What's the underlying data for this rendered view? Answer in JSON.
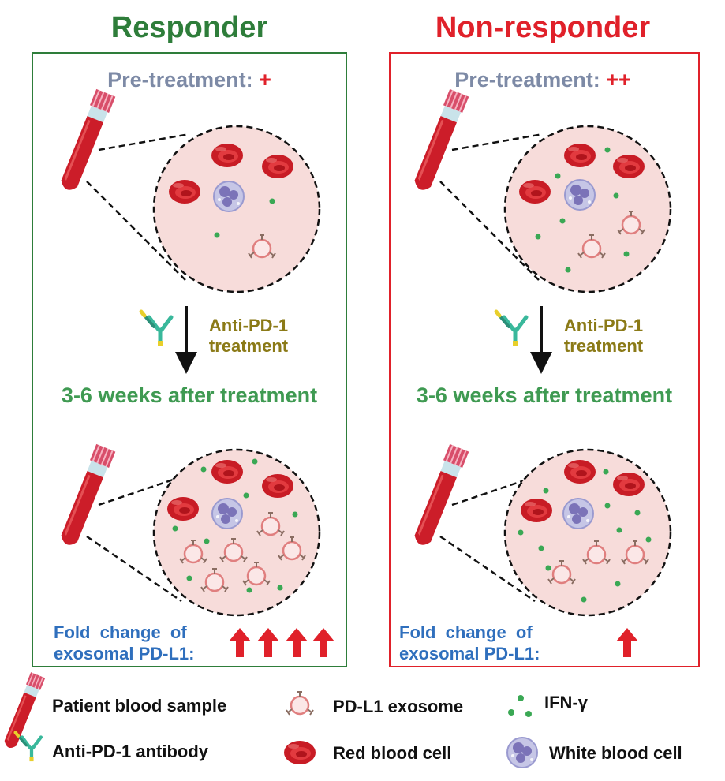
{
  "columns": [
    {
      "key": "responder",
      "title": "Responder",
      "title_color": "#2e7d3a",
      "border_color": "#2e7d3a",
      "pre_label": "Pre-treatment:",
      "pre_level": "+",
      "treatment_label_line1": "Anti-PD-1",
      "treatment_label_line2": "treatment",
      "after_label": "3-6 weeks after treatment",
      "fold_line1": "Fold  change  of",
      "fold_line2": "exosomal PD-L1:",
      "fold_arrow_count": 4
    },
    {
      "key": "non-responder",
      "title": "Non-responder",
      "title_color": "#e0212a",
      "border_color": "#e0212a",
      "pre_label": "Pre-treatment:",
      "pre_level": "++",
      "treatment_label_line1": "Anti-PD-1",
      "treatment_label_line2": "treatment",
      "after_label": "3-6 weeks after treatment",
      "fold_line1": "Fold  change  of",
      "fold_line2": "exosomal PD-L1:",
      "fold_arrow_count": 1
    }
  ],
  "legend": {
    "blood_sample": "Patient blood sample",
    "exosome": "PD-L1 exosome",
    "ifn": "IFN-γ",
    "antibody": "Anti-PD-1 antibody",
    "rbc": "Red blood cell",
    "wbc": "White blood cell"
  },
  "colors": {
    "rbc": "#d3202a",
    "plasma": "#f7dcda",
    "ifn": "#3aa854",
    "exosome_ring": "#e58d8d",
    "wbc": "#b6b6df",
    "arrow": "#e0212a",
    "antibody_green": "#39b89b",
    "antibody_yellow": "#e8cf2b"
  }
}
